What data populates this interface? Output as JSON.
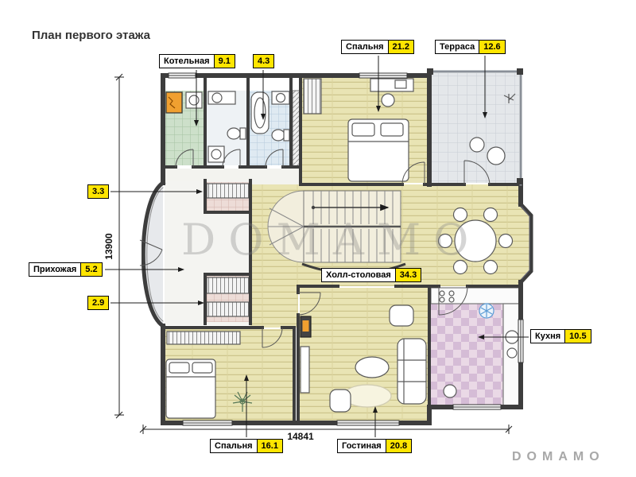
{
  "page": {
    "title": "План первого этажа",
    "watermark": "DOMAMO",
    "brand": "DOMAMO"
  },
  "dimensions": {
    "width_label": "14841",
    "height_label": "13900"
  },
  "rooms": {
    "boiler": {
      "name": "Котельная",
      "area": "9.1"
    },
    "bathroom_small": {
      "area": "4.3"
    },
    "bedroom_top": {
      "name": "Спальня",
      "area": "21.2"
    },
    "terrace": {
      "name": "Терраса",
      "area": "12.6"
    },
    "closet_top": {
      "area": "3.3"
    },
    "hallway": {
      "name": "Прихожая",
      "area": "5.2"
    },
    "closet_bottom": {
      "area": "2.9"
    },
    "hall_dining": {
      "name": "Холл-столовая",
      "area": "34.3"
    },
    "kitchen": {
      "name": "Кухня",
      "area": "10.5"
    },
    "bedroom_bottom": {
      "name": "Спальня",
      "area": "16.1"
    },
    "living_room": {
      "name": "Гостиная",
      "area": "20.8"
    }
  },
  "colors": {
    "area_badge": "#ffe500",
    "wall": "#3d3d3d",
    "wood_floor": "#e9e4b4",
    "tile_green": "#cde0ca",
    "tile_blue": "#dfeaf2",
    "tile_pink": "#ead9e6",
    "terrace_gray": "#e4e7ea"
  }
}
